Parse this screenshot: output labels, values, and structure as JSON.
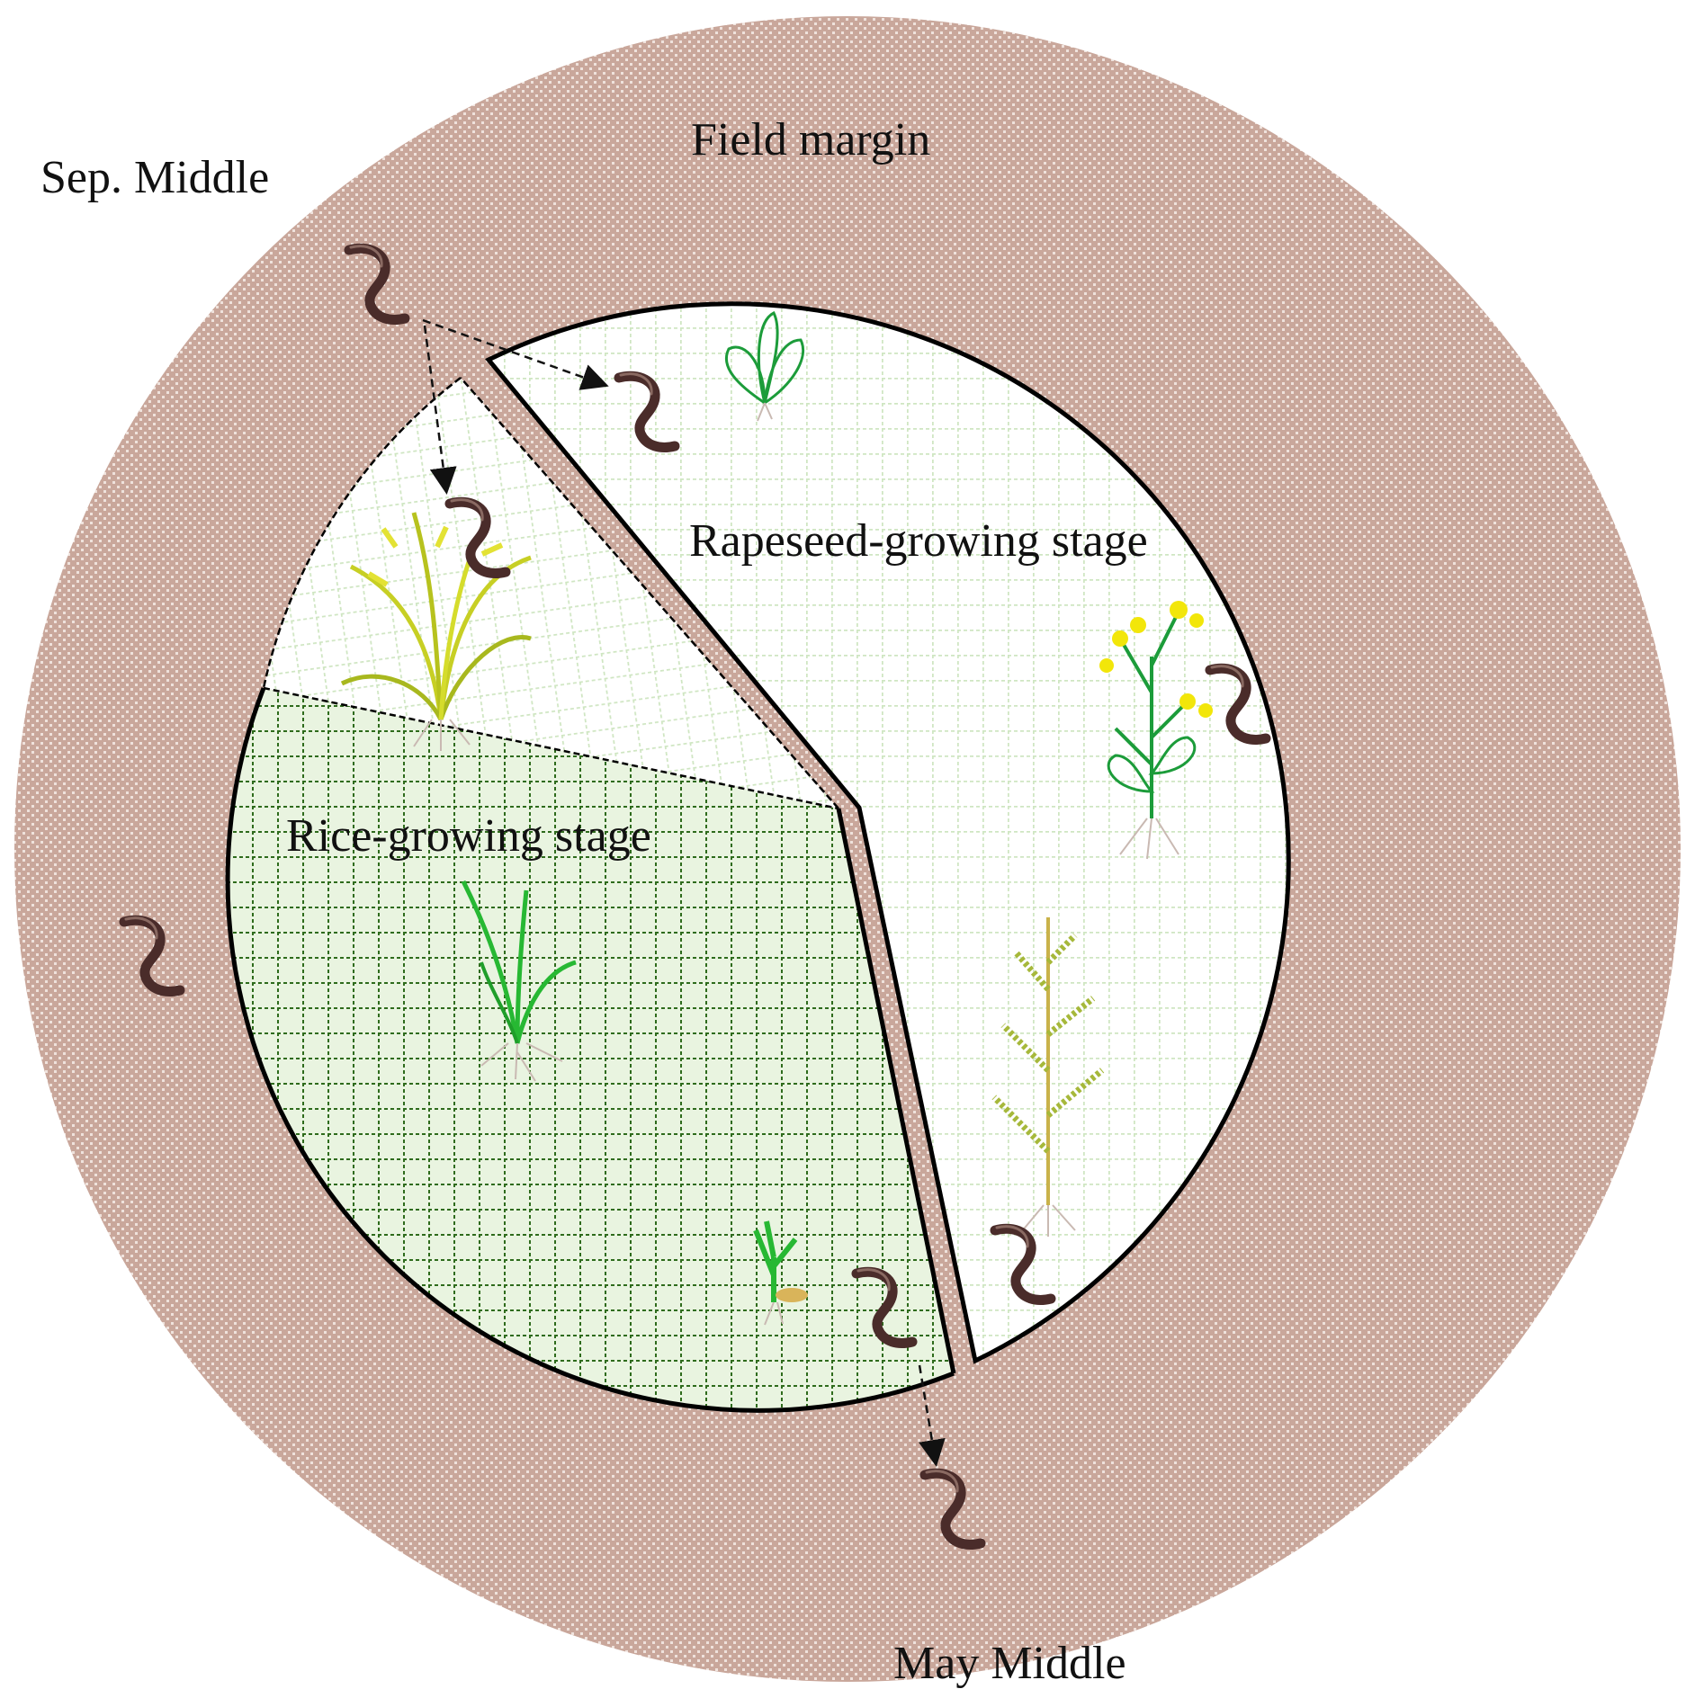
{
  "labels": {
    "field_margin": "Field margin",
    "sep_middle": "Sep. Middle",
    "may_middle": "May Middle",
    "rapeseed_stage": "Rapeseed-growing stage",
    "rice_stage": "Rice-growing stage"
  },
  "colors": {
    "margin_fill": "#c9a79b",
    "margin_dot": "#efe2dc",
    "rapeseed_grid": "#cfe6c2",
    "rice_grid": "#2e6b1c",
    "rice_fill": "#e6f3dc",
    "earthworm": "#4a2c2a",
    "rapeseed_plant": "#1c9c3a",
    "rapeseed_flower": "#f2e60a",
    "rice_mature": "#c7cf24",
    "rice_young": "#27b833",
    "fallow_plant": "#a6b83a"
  },
  "icons": [
    "earthworm-icon",
    "rice-plant-icon",
    "rapeseed-plant-icon",
    "seedling-icon"
  ]
}
